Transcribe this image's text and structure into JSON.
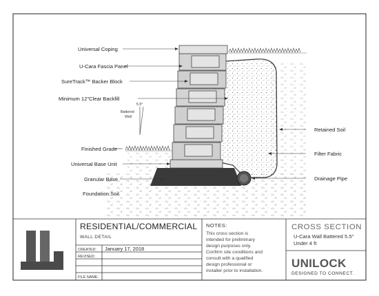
{
  "labels": {
    "coping": "Universal Coping",
    "fascia": "U-Cara Fascia Panel",
    "backer": "SureTrack™ Backer Block",
    "backfill": "Minimum 12\"Clear Backfill",
    "batter_deg": "5.5°",
    "batter_word1": "Battered",
    "batter_word2": "Wall",
    "finished_grade": "Finished Grade",
    "base_unit": "Universal Base Unit",
    "granular": "Granular Base",
    "foundation": "Foundation Soil",
    "retained_soil": "Retained Soil",
    "filter_fabric": "Filter Fabric",
    "drainage_pipe": "Drainage Pipe"
  },
  "title_block": {
    "title": "RESIDENTIAL/COMMERCIAL",
    "subtitle": "WALL DETAIL",
    "created_label": "CREATED:",
    "created_value": "January 17, 2018",
    "revised_label": "REVISED:",
    "file_label": "FILE NAME:",
    "notes_heading": "NOTES:",
    "notes_lines": [
      "This cross section is",
      "intended for preliminary",
      "design purposes only.",
      "Confirm site conditions and",
      "consult with a qualified",
      "design professional or",
      "installer prior to installation."
    ],
    "section_heading": "CROSS SECTION",
    "section_line1": "U-Cara Wall Battered 5.5°",
    "section_line2": "Under 4 ft",
    "brand": "UNILOCK",
    "tagline": "DESIGNED TO CONNECT."
  }
}
